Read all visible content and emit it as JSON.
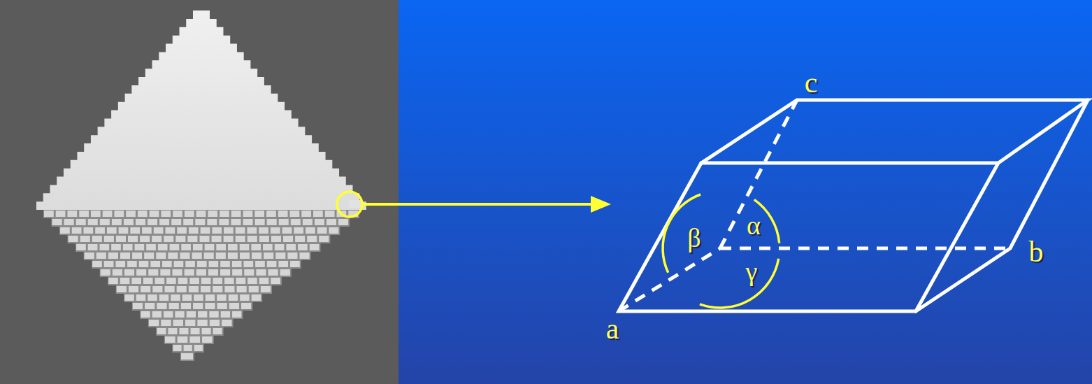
{
  "diagram": {
    "labels": [
      "c",
      "β",
      "α",
      "b",
      "γ",
      "a"
    ]
  }
}
